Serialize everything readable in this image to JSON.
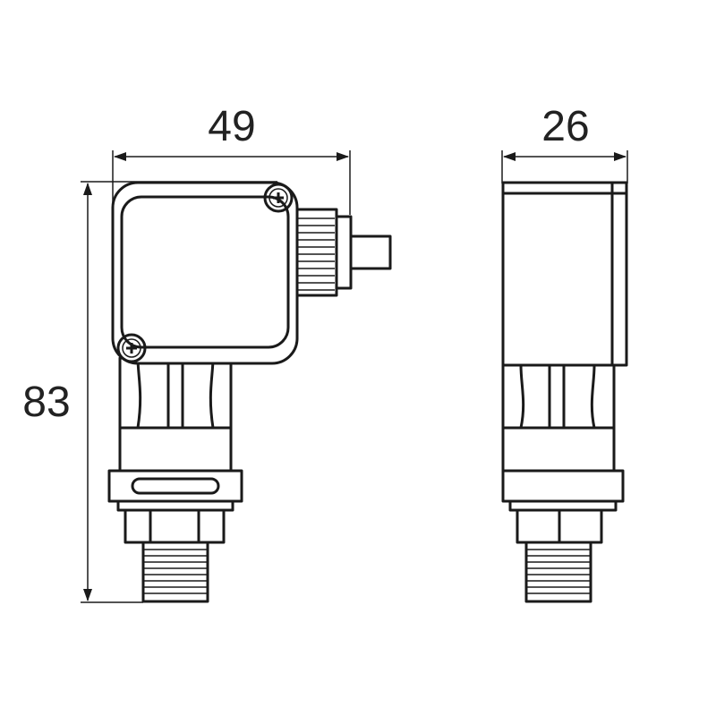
{
  "dimensions": {
    "front_width": "49",
    "side_width": "26",
    "height": "83"
  },
  "colors": {
    "line": "#1a1a1a",
    "text": "#222222",
    "background": "#ffffff"
  },
  "icons": [
    "screw-icon",
    "arrow-icon"
  ]
}
